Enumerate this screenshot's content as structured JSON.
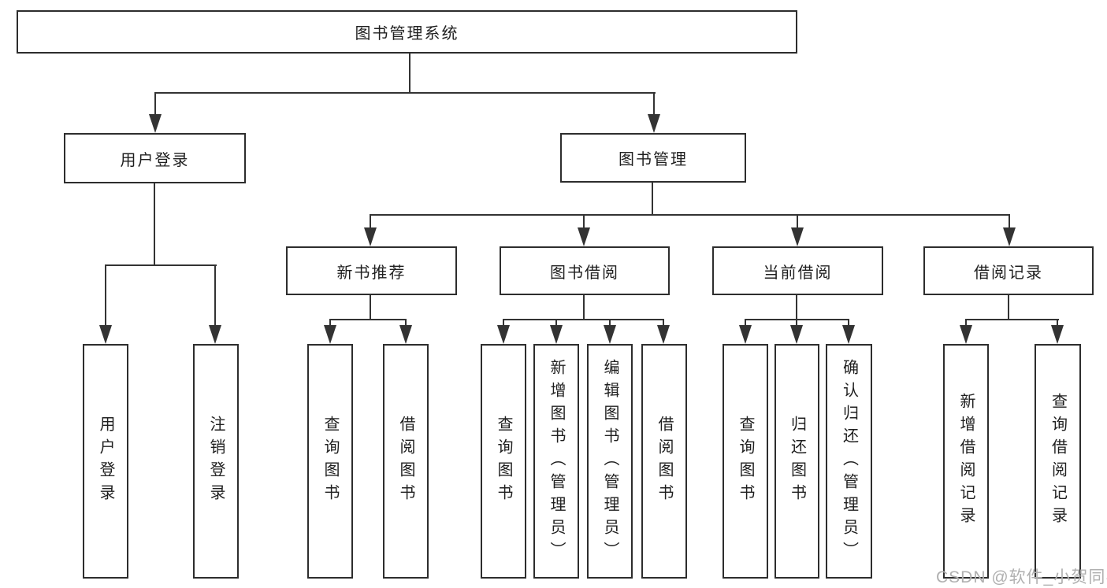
{
  "tree": {
    "label": "图书管理系统",
    "children": [
      {
        "label": "用户登录",
        "children": [
          {
            "label": "用户登录"
          },
          {
            "label": "注销登录"
          }
        ]
      },
      {
        "label": "图书管理",
        "children": [
          {
            "label": "新书推荐",
            "children": [
              {
                "label": "查询图书"
              },
              {
                "label": "借阅图书"
              }
            ]
          },
          {
            "label": "图书借阅",
            "children": [
              {
                "label": "查询图书"
              },
              {
                "label": "新增图书（管理员）"
              },
              {
                "label": "编辑图书（管理员）"
              },
              {
                "label": "借阅图书"
              }
            ]
          },
          {
            "label": "当前借阅",
            "children": [
              {
                "label": "查询图书"
              },
              {
                "label": "归还图书"
              },
              {
                "label": "确认归还（管理员）"
              }
            ]
          },
          {
            "label": "借阅记录",
            "children": [
              {
                "label": "新增借阅记录"
              },
              {
                "label": "查询借阅记录"
              }
            ]
          }
        ]
      }
    ]
  },
  "watermark": "CSDN @软件_小贺同学",
  "colors": {
    "line": "#333333",
    "border": "#2d2d2d",
    "text": "#1f1f1f",
    "watermark": "#b0b0b0",
    "background": "#ffffff"
  }
}
